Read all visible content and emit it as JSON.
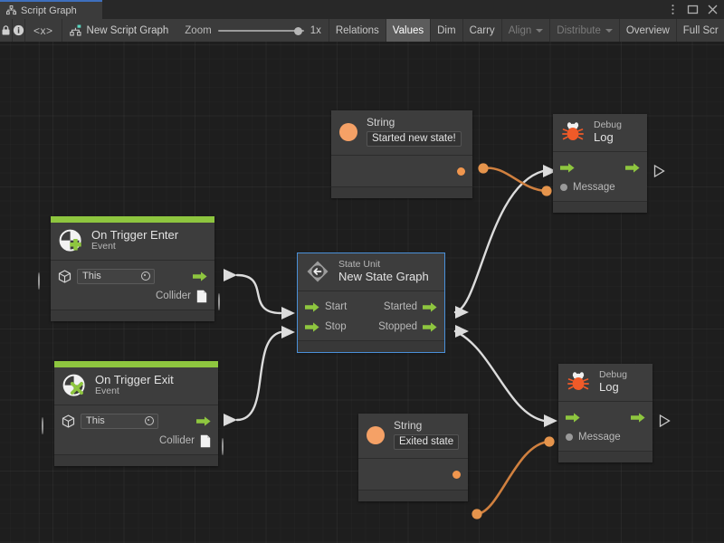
{
  "window": {
    "tab_label": "Script Graph",
    "tab_icon": "graph-icon",
    "controls": [
      "more-options-icon",
      "maximize-icon",
      "close-icon"
    ]
  },
  "toolbar": {
    "lock_icon": "lock-icon",
    "info_icon": "info-icon",
    "code_icon": "code-icon",
    "code_label": "<x>",
    "graph_icon": "script-graph-icon",
    "graph_name": "New Script Graph",
    "zoom_label": "Zoom",
    "zoom_value": "1x",
    "buttons": [
      {
        "label": "Relations",
        "state": "normal"
      },
      {
        "label": "Values",
        "state": "active"
      },
      {
        "label": "Dim",
        "state": "normal"
      },
      {
        "label": "Carry",
        "state": "normal"
      },
      {
        "label": "Align",
        "state": "disabled",
        "caret": true
      },
      {
        "label": "Distribute",
        "state": "disabled",
        "caret": true
      },
      {
        "label": "Overview",
        "state": "normal"
      },
      {
        "label": "Full Scr",
        "state": "normal"
      }
    ]
  },
  "colors": {
    "event_green": "#8ec63f",
    "flow_green": "#8ec63f",
    "data_orange": "#f0964e",
    "selection_blue": "#4a90d9",
    "tab_accent": "#3e6fbd",
    "canvas_bg": "#1e1e1e",
    "node_bg": "#3d3d3d"
  },
  "nodes": [
    {
      "id": "string_top",
      "kind": "value",
      "icon": "string-value-icon",
      "title_small": "String",
      "title_large": "",
      "value": "Started new state!",
      "output_port": "output-data-port"
    },
    {
      "id": "debug_log_top",
      "kind": "unit",
      "icon": "debug-bug-icon",
      "title_small": "Debug",
      "title_large": "Log",
      "flow_in": "flow-input-port",
      "flow_out": "flow-output-port",
      "input_label": "Message"
    },
    {
      "id": "on_trigger_enter",
      "kind": "event",
      "icon": "event-enter-icon",
      "title_small": "",
      "title_large": "On Trigger Enter",
      "subtitle": "Event",
      "target_field_value": "This",
      "output_label": "Collider",
      "flow_out": "flow-output-port",
      "target_in_port": "target-input-port"
    },
    {
      "id": "state_unit",
      "kind": "state",
      "icon": "state-unit-icon",
      "title_small": "State Unit",
      "title_large": "New  State  Graph",
      "selected": true,
      "inputs": [
        "Start",
        "Stop"
      ],
      "outputs": [
        "Started",
        "Stopped"
      ]
    },
    {
      "id": "on_trigger_exit",
      "kind": "event",
      "icon": "event-exit-icon",
      "title_small": "",
      "title_large": "On Trigger Exit",
      "subtitle": "Event",
      "target_field_value": "This",
      "output_label": "Collider",
      "flow_out": "flow-output-port",
      "target_in_port": "target-input-port"
    },
    {
      "id": "string_bottom",
      "kind": "value",
      "icon": "string-value-icon",
      "title_small": "String",
      "title_large": "",
      "value": "Exited state",
      "output_port": "output-data-port"
    },
    {
      "id": "debug_log_bottom",
      "kind": "unit",
      "icon": "debug-bug-icon",
      "title_small": "Debug",
      "title_large": "Log",
      "flow_in": "flow-input-port",
      "flow_out": "flow-output-port",
      "input_label": "Message"
    }
  ],
  "connections": [
    {
      "from": "on_trigger_enter.flow_out",
      "to": "state_unit.Start",
      "type": "flow"
    },
    {
      "from": "on_trigger_exit.flow_out",
      "to": "state_unit.Stop",
      "type": "flow"
    },
    {
      "from": "state_unit.Started",
      "to": "debug_log_top.flow_in",
      "type": "flow"
    },
    {
      "from": "state_unit.Stopped",
      "to": "debug_log_bottom.flow_in",
      "type": "flow"
    },
    {
      "from": "string_top.output",
      "to": "debug_log_top.Message",
      "type": "data"
    },
    {
      "from": "string_bottom.output",
      "to": "debug_log_bottom.Message",
      "type": "data"
    }
  ]
}
